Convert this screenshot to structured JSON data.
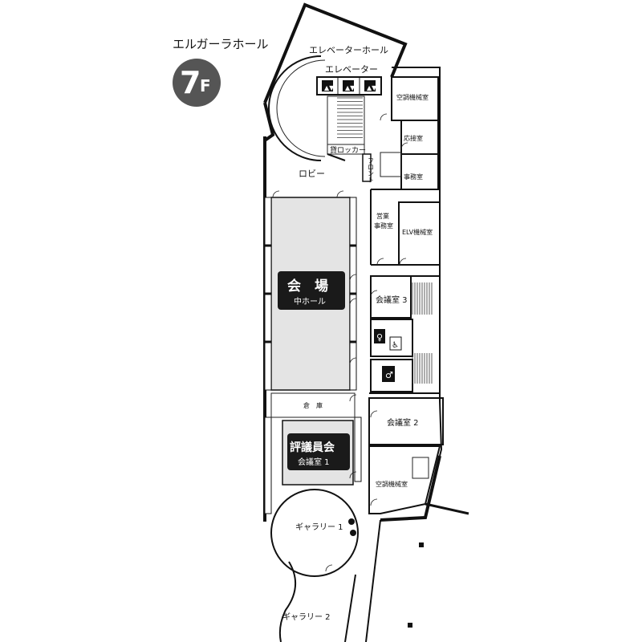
{
  "building": {
    "name": "エルガーラホール",
    "floor_number": "7",
    "floor_suffix": "F"
  },
  "rooms": {
    "elevator_hall": "エレベーターホール",
    "elevator": "エレベーター",
    "locker": "貸ロッカー",
    "lobby": "ロビー",
    "front": "フロント",
    "hvac_room_top": "空調機械室",
    "reception_room": "応接室",
    "office": "事務室",
    "sales_office": "営業\n事務室",
    "elv_machine_room": "ELV機械室",
    "meeting_room_3": "会議室 3",
    "meeting_room_2": "会議室 2",
    "hvac_room_bottom": "空調機械室",
    "storage": "倉　庫",
    "gallery_1": "ギャラリー 1",
    "gallery_2": "ギャラリー 2"
  },
  "venues": {
    "main_hall": {
      "title": "会　場",
      "subtitle": "中ホール"
    },
    "council": {
      "title": "評議員会",
      "subtitle": "会議室 1"
    }
  },
  "colors": {
    "venue_fill": "#e4e4e4",
    "badge_bg": "#1a1a1a",
    "floor_badge": "#555555"
  },
  "icons": [
    "elevator-icon",
    "restroom-icon",
    "wheelchair-icon"
  ]
}
